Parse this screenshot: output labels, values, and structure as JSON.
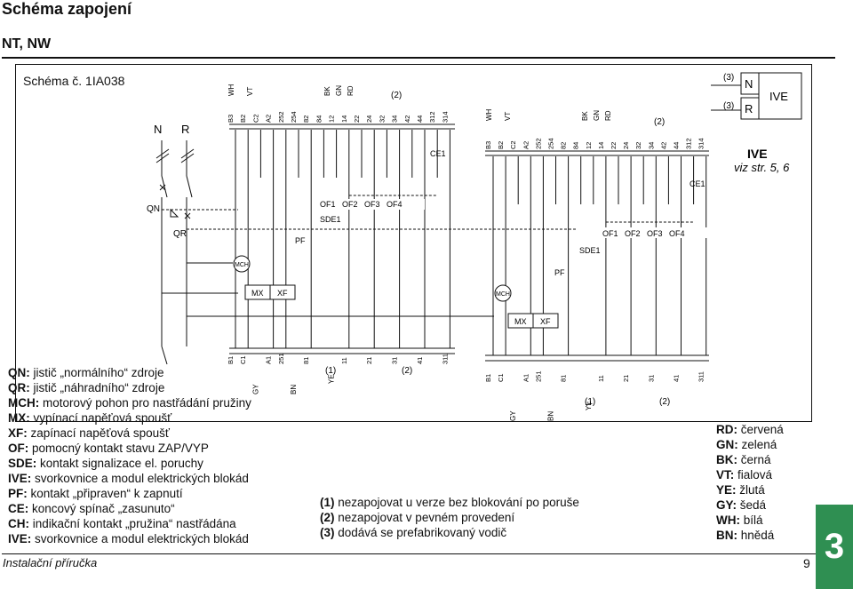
{
  "header": {
    "title": "Schéma zapojení",
    "subtitle": "NT, NW"
  },
  "diagram": {
    "label": "Schéma č. 1IA038",
    "left": {
      "wire_colors": [
        "WH",
        "VT",
        "BK",
        "GN",
        "RD"
      ],
      "note2": "(2)",
      "top_terminals": [
        "B3",
        "B2",
        "C2",
        "A2",
        "252",
        "254",
        "82",
        "84",
        "12",
        "14",
        "22",
        "24",
        "32",
        "34",
        "42",
        "44",
        "312",
        "314"
      ],
      "ce1": "CE1",
      "of_labels": [
        "OF1",
        "OF2",
        "OF3",
        "OF4"
      ],
      "sde1": "SDE1",
      "pf": "PF",
      "mch": "MCH",
      "mx": "MX",
      "xf": "XF",
      "bottom_terminals": [
        "B1",
        "C1",
        "A1",
        "251",
        "81",
        "11",
        "21",
        "31",
        "41",
        "311"
      ],
      "bottom_colors": [
        "GY",
        "BN",
        "YE"
      ],
      "note1": "(1)",
      "note2b": "(2)"
    },
    "right": {
      "wire_colors": [
        "WH",
        "VT",
        "BK",
        "GN",
        "RD"
      ],
      "note2": "(2)",
      "top_terminals": [
        "B3",
        "B2",
        "C2",
        "A2",
        "252",
        "254",
        "82",
        "84",
        "12",
        "14",
        "22",
        "24",
        "32",
        "34",
        "42",
        "44",
        "312",
        "314"
      ],
      "ce1": "CE1",
      "of_labels": [
        "OF1",
        "OF2",
        "OF3",
        "OF4"
      ],
      "sde1": "SDE1",
      "pf": "PF",
      "mch": "MCH",
      "mx": "MX",
      "xf": "XF",
      "bottom_terminals": [
        "B1",
        "C1",
        "A1",
        "251",
        "81",
        "11",
        "21",
        "31",
        "41",
        "311"
      ],
      "bottom_colors": [
        "GY",
        "BN",
        "YE"
      ],
      "note1": "(1)",
      "note2b": "(2)"
    },
    "breakers": {
      "n": "N",
      "r": "R",
      "qn": "QN",
      "qr": "QR"
    },
    "ive": {
      "note3a": "(3)",
      "note3b": "(3)",
      "n": "N",
      "r": "R",
      "box": "IVE",
      "title": "IVE",
      "ref": "viz str. 5, 6"
    }
  },
  "legend": [
    {
      "code": "QN:",
      "text": " jistič „normálního“ zdroje"
    },
    {
      "code": "QR:",
      "text": " jistič „náhradního“ zdroje"
    },
    {
      "code": "MCH:",
      "text": " motorový pohon pro nastřádání pružiny"
    },
    {
      "code": "MX:",
      "text": " vypínací napěťová spoušť"
    },
    {
      "code": "XF:",
      "text": " zapínací napěťová spoušť"
    },
    {
      "code": "OF:",
      "text": " pomocný kontakt stavu ZAP/VYP"
    },
    {
      "code": "SDE:",
      "text": " kontakt signalizace el. poruchy"
    },
    {
      "code": "IVE:",
      "text": " svorkovnice a modul elektrických blokád"
    },
    {
      "code": "PF:",
      "text": " kontakt „připraven“ k zapnutí"
    },
    {
      "code": "CE:",
      "text": " koncový spínač „zasunuto“"
    },
    {
      "code": "CH:",
      "text": " indikační kontakt „pružina“ nastřádána"
    },
    {
      "code": "IVE:",
      "text": " svorkovnice a modul elektrických blokád"
    }
  ],
  "notes": [
    {
      "code": "(1)",
      "text": " nezapojovat u verze bez blokování po poruše"
    },
    {
      "code": "(2)",
      "text": " nezapojovat v pevném provedení"
    },
    {
      "code": "(3)",
      "text": " dodává se prefabrikovaný vodič"
    }
  ],
  "colors": [
    {
      "code": "RD:",
      "text": " červená"
    },
    {
      "code": "GN:",
      "text": " zelená"
    },
    {
      "code": "BK:",
      "text": " černá"
    },
    {
      "code": "VT:",
      "text": " fialová"
    },
    {
      "code": "YE:",
      "text": " žlutá"
    },
    {
      "code": "GY:",
      "text": " šedá"
    },
    {
      "code": "WH:",
      "text": " bílá"
    },
    {
      "code": "BN:",
      "text": " hnědá"
    }
  ],
  "footer": {
    "text": "Instalační příručka",
    "page": "9",
    "chapter": "3"
  }
}
